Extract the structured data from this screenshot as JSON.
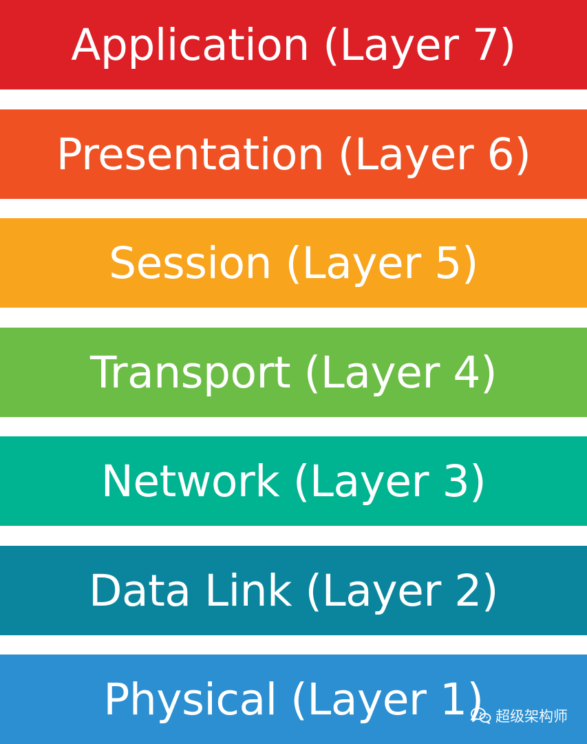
{
  "layers": [
    {
      "label": "Application (Layer 7)",
      "color": "#dd1f26"
    },
    {
      "label": "Presentation (Layer 6)",
      "color": "#ef5122"
    },
    {
      "label": "Session (Layer 5)",
      "color": "#f8a41d"
    },
    {
      "label": "Transport (Layer 4)",
      "color": "#6cbd45"
    },
    {
      "label": "Network (Layer 3)",
      "color": "#00b492"
    },
    {
      "label": "Data Link (Layer 2)",
      "color": "#0b859d"
    },
    {
      "label": "Physical (Layer 1)",
      "color": "#2b8fd1"
    }
  ],
  "watermark": {
    "icon": "wechat-icon",
    "text": "超级架构师"
  }
}
